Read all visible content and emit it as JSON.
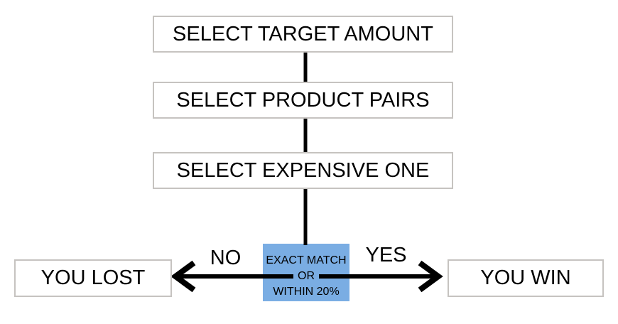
{
  "diagram": {
    "type": "flowchart",
    "background_color": "#ffffff",
    "box_border_color": "#c6c3c0",
    "decision_fill_color": "#7aade3",
    "line_color": "#000000",
    "steps": [
      {
        "label": "SELECT TARGET AMOUNT"
      },
      {
        "label": "SELECT PRODUCT PAIRS"
      },
      {
        "label": "SELECT EXPENSIVE ONE"
      }
    ],
    "decision": {
      "line1": "EXACT MATCH",
      "line2": "OR",
      "line3": "WITHIN 20%"
    },
    "branches": {
      "no": {
        "label": "NO",
        "result": "YOU LOST"
      },
      "yes": {
        "label": "YES",
        "result": "YOU WIN"
      }
    }
  }
}
